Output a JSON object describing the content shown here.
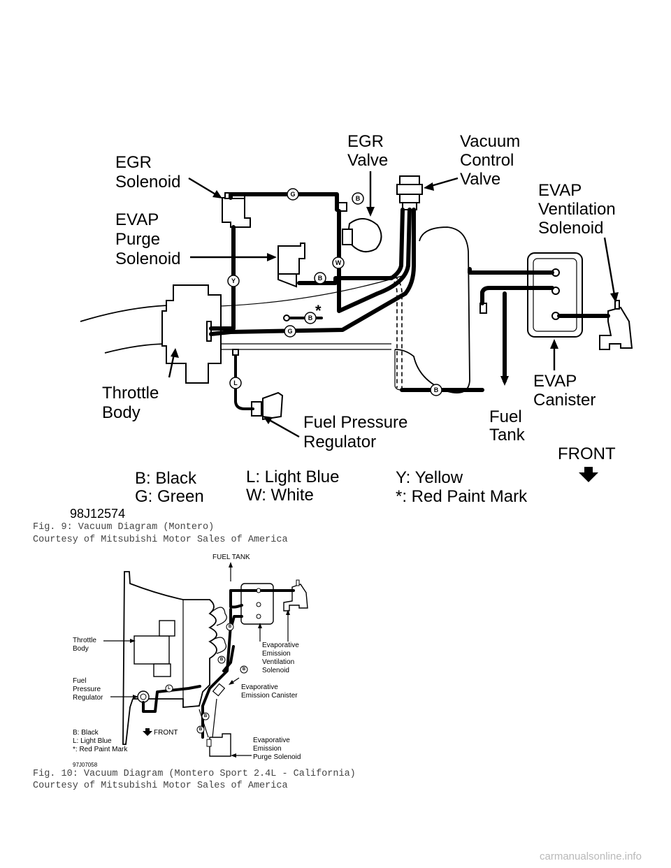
{
  "fig9": {
    "labels": {
      "egr_solenoid": [
        "EGR",
        "Solenoid"
      ],
      "egr_valve": [
        "EGR",
        "Valve"
      ],
      "vacuum_control_valve": [
        "Vacuum",
        "Control",
        "Valve"
      ],
      "evap_ventilation_solenoid": [
        "EVAP",
        "Ventilation",
        "Solenoid"
      ],
      "evap_purge_solenoid": [
        "EVAP",
        "Purge",
        "Solenoid"
      ],
      "throttle_body": [
        "Throttle",
        "Body"
      ],
      "fuel_pressure_regulator": [
        "Fuel Pressure",
        "Regulator"
      ],
      "fuel_tank": [
        "Fuel",
        "Tank"
      ],
      "evap_canister": [
        "EVAP",
        "Canister"
      ],
      "front": "FRONT"
    },
    "legend": {
      "b": "B: Black",
      "g": "G: Green",
      "l": "L: Light Blue",
      "w": "W: White",
      "y": "Y: Yellow",
      "star": "*: Red Paint Mark"
    },
    "badges": {
      "g": "G",
      "b": "B",
      "w": "W",
      "y": "Y",
      "l": "L",
      "star": "*"
    },
    "code": "98J12574",
    "caption": [
      "Fig. 9:  Vacuum Diagram (Montero)",
      "Courtesy of Mitsubishi Motor Sales of America"
    ]
  },
  "fig10": {
    "labels": {
      "fuel_tank": "FUEL TANK",
      "throttle_body": [
        "Throttle",
        "Body"
      ],
      "fuel_pressure_regulator": [
        "Fuel",
        "Pressure",
        "Regulator"
      ],
      "evap_ventilation_solenoid": [
        "Evaporative",
        "Emission",
        "Ventilation",
        "Solenoid"
      ],
      "evap_canister": [
        "Evaporative",
        "Emission Canister"
      ],
      "evap_purge_solenoid": [
        "Evaporative",
        "Emission",
        "Purge Solenoid"
      ],
      "front": "FRONT"
    },
    "legend": {
      "b": "B:  Black",
      "l": "L:  Light Blue",
      "star": "*:  Red Paint Mark"
    },
    "badges": {
      "b": "B",
      "l": "L"
    },
    "code": "97J07058",
    "caption": [
      "Fig. 10:  Vacuum Diagram (Montero Sport 2.4L - California)",
      "Courtesy of Mitsubishi Motor Sales of America"
    ]
  },
  "watermark": "carmanualsonline.info"
}
